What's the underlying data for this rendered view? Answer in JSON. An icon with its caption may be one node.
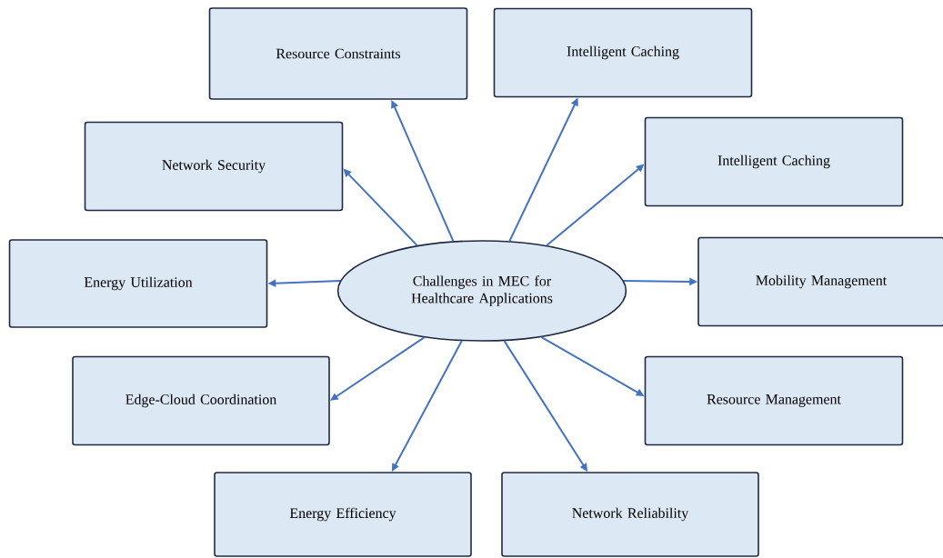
{
  "diagram": {
    "nodes": [
      {
        "text": [
          "Challenges in MEC for Healthcare Applications"
        ]
      },
      {
        "text": [
          "Resource Constraints"
        ]
      },
      {
        "text": [
          "Intelligent Caching"
        ]
      },
      {
        "text": [
          "Network Security"
        ]
      },
      {
        "text": [
          "Intelligent Caching"
        ]
      },
      {
        "text": [
          "Energy Utilization"
        ]
      },
      {
        "text": [
          "Mobility Management"
        ]
      },
      {
        "text": [
          "Edge-Cloud Coordination"
        ]
      },
      {
        "text": [
          "Resource Management"
        ]
      },
      {
        "text": [
          "Energy Efficiency"
        ]
      },
      {
        "text": [
          "Network Reliability"
        ]
      }
    ],
    "edges": [
      {
        "from": 0,
        "to": 1,
        "arrow": "to"
      },
      {
        "from": 0,
        "to": 2,
        "arrow": "to"
      },
      {
        "from": 0,
        "to": 3,
        "arrow": "to"
      },
      {
        "from": 0,
        "to": 4,
        "arrow": "to"
      },
      {
        "from": 0,
        "to": 5,
        "arrow": "to"
      },
      {
        "from": 0,
        "to": 6,
        "arrow": "to"
      },
      {
        "from": 0,
        "to": 7,
        "arrow": "to"
      },
      {
        "from": 0,
        "to": 8,
        "arrow": "to"
      },
      {
        "from": 0,
        "to": 9,
        "arrow": "to"
      },
      {
        "from": 0,
        "to": 10,
        "arrow": "to"
      }
    ]
  }
}
